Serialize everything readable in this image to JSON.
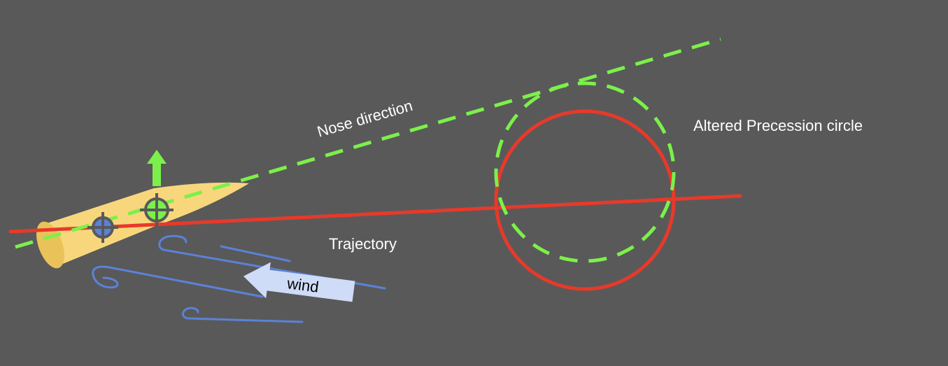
{
  "labels": {
    "nose_direction": "Nose direction",
    "precession_circle": "Altered Precession circle",
    "trajectory": "Trajectory",
    "wind": "wind"
  },
  "colors": {
    "background": "#595959",
    "trajectory_red": "#e8392a",
    "nose_green": "#7cf04a",
    "projectile_body": "#f8d77c",
    "projectile_edge": "#e9c25a",
    "wind_streaks": "#5b82d8",
    "wind_arrow": "#cfdcf7",
    "marker": "#595959",
    "lift_arrow": "#7cf04a"
  },
  "icons": [
    "center-of-mass-crosshair-icon",
    "center-of-pressure-crosshair-icon",
    "lift-arrow-icon",
    "wind-arrow-icon"
  ]
}
